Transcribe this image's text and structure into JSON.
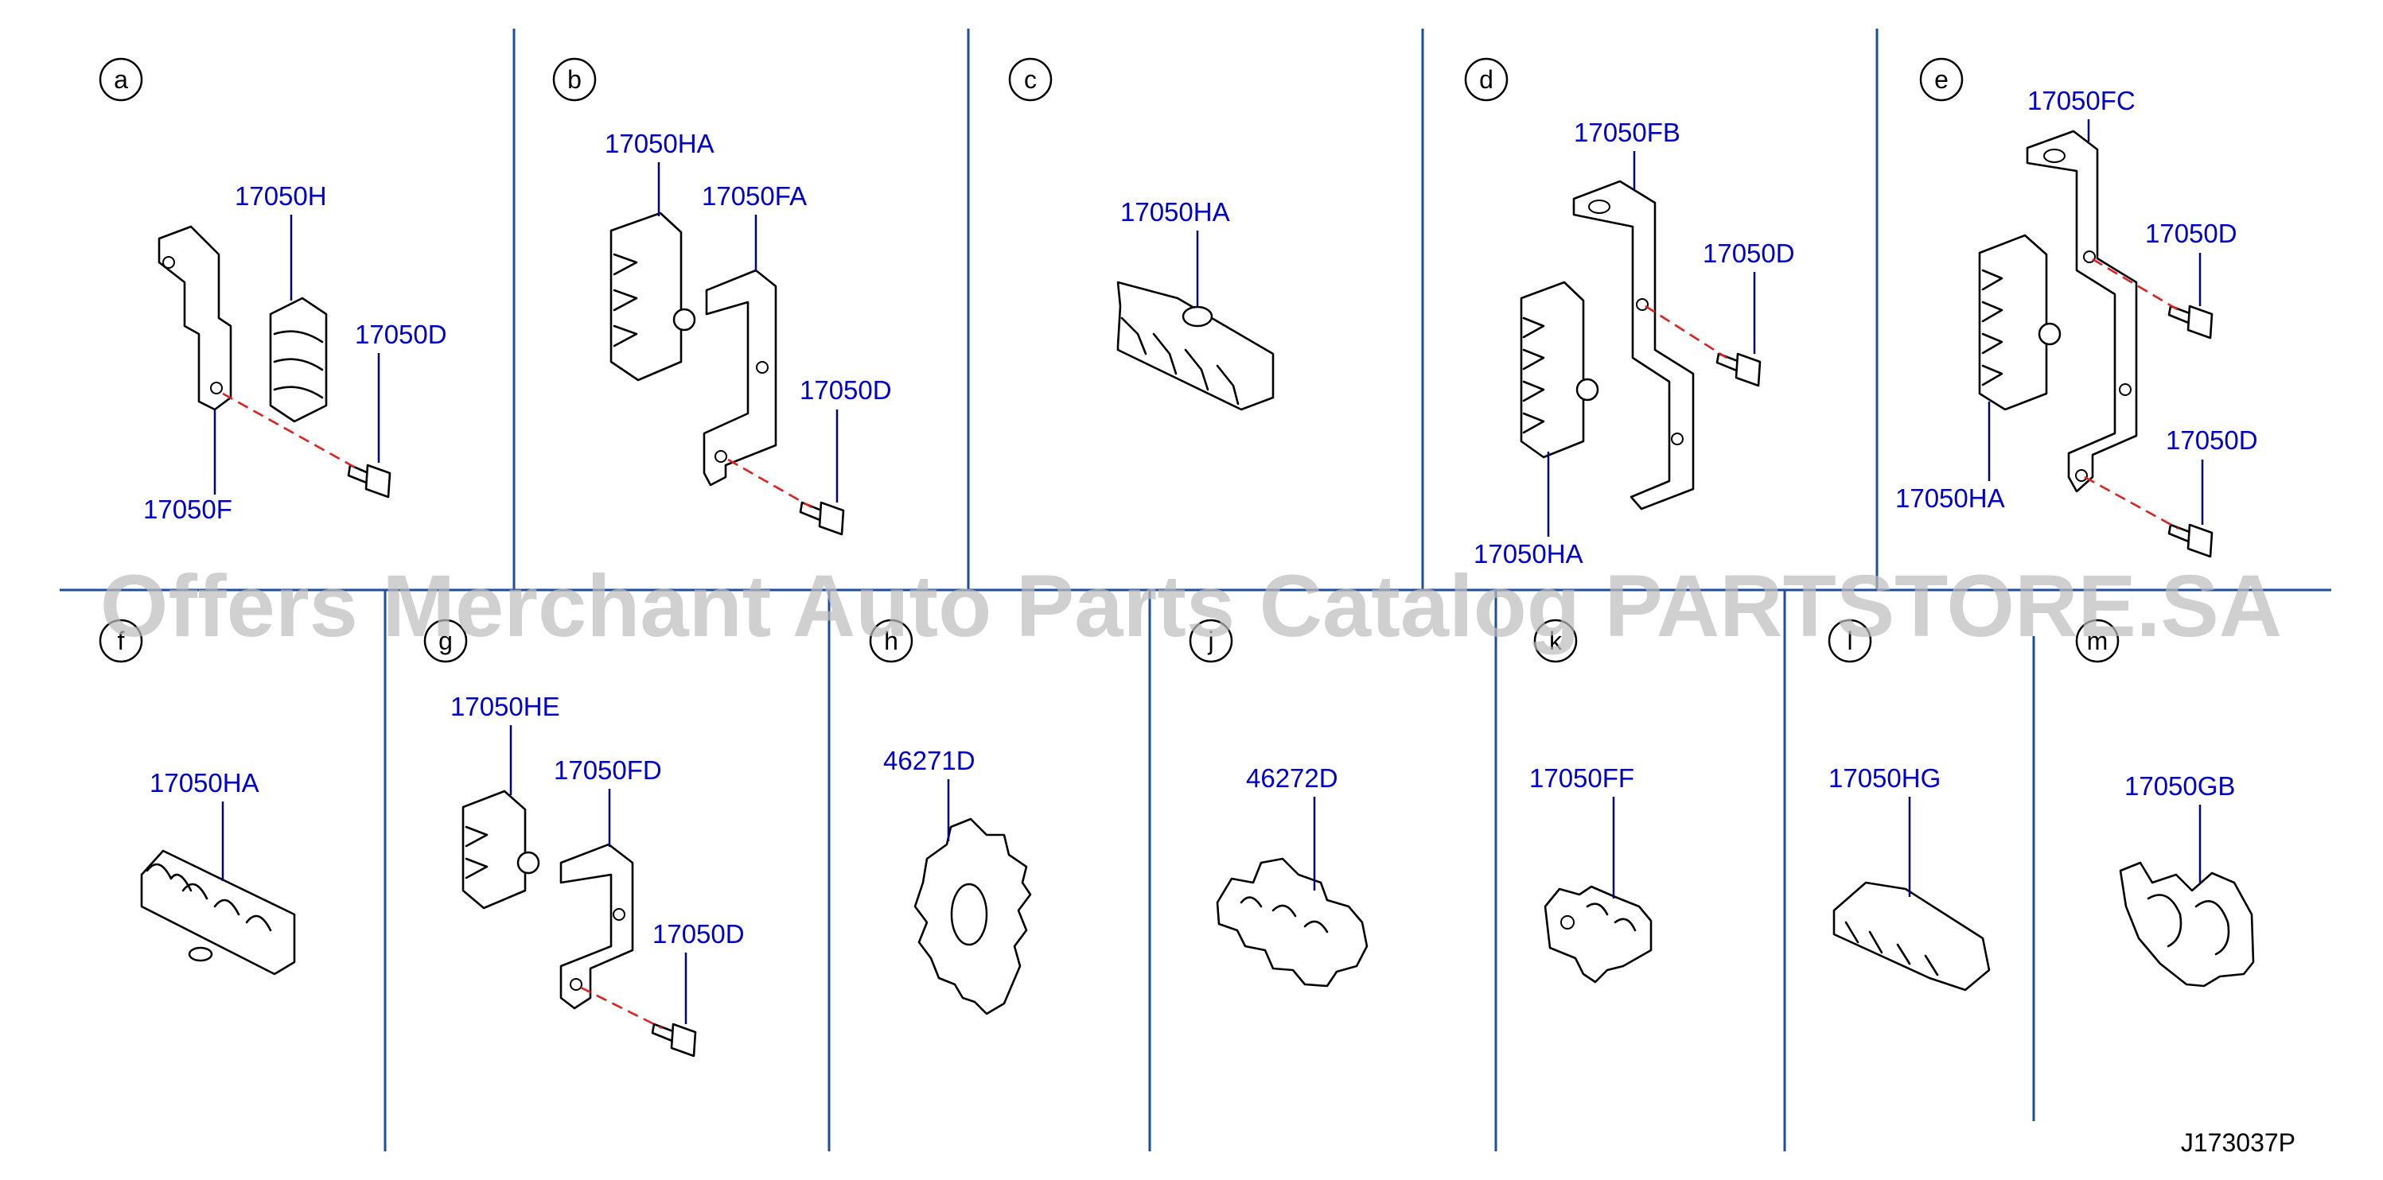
{
  "panels": [
    {
      "letter": "a",
      "labels": [
        "17050H",
        "17050D",
        "17050F"
      ]
    },
    {
      "letter": "b",
      "labels": [
        "17050HA",
        "17050FA",
        "17050D"
      ]
    },
    {
      "letter": "c",
      "labels": [
        "17050HA"
      ]
    },
    {
      "letter": "d",
      "labels": [
        "17050FB",
        "17050D",
        "17050HA"
      ]
    },
    {
      "letter": "e",
      "labels": [
        "17050FC",
        "17050D",
        "17050D",
        "17050HA"
      ]
    },
    {
      "letter": "f",
      "labels": [
        "17050HA"
      ]
    },
    {
      "letter": "g",
      "labels": [
        "17050HE",
        "17050FD",
        "17050D"
      ]
    },
    {
      "letter": "h",
      "labels": [
        "46271D"
      ]
    },
    {
      "letter": "j",
      "labels": [
        "46272D"
      ]
    },
    {
      "letter": "k",
      "labels": [
        "17050FF"
      ]
    },
    {
      "letter": "l",
      "labels": [
        "17050HG"
      ]
    },
    {
      "letter": "m",
      "labels": [
        "17050GB"
      ]
    }
  ],
  "watermark": "Offers Merchant Auto Parts Catalog PARTSTORE.SA",
  "diagram_code": "J173037P",
  "colors": {
    "label": "#0000cc",
    "divider": "#1f4e9a",
    "dash": "#e02020"
  }
}
